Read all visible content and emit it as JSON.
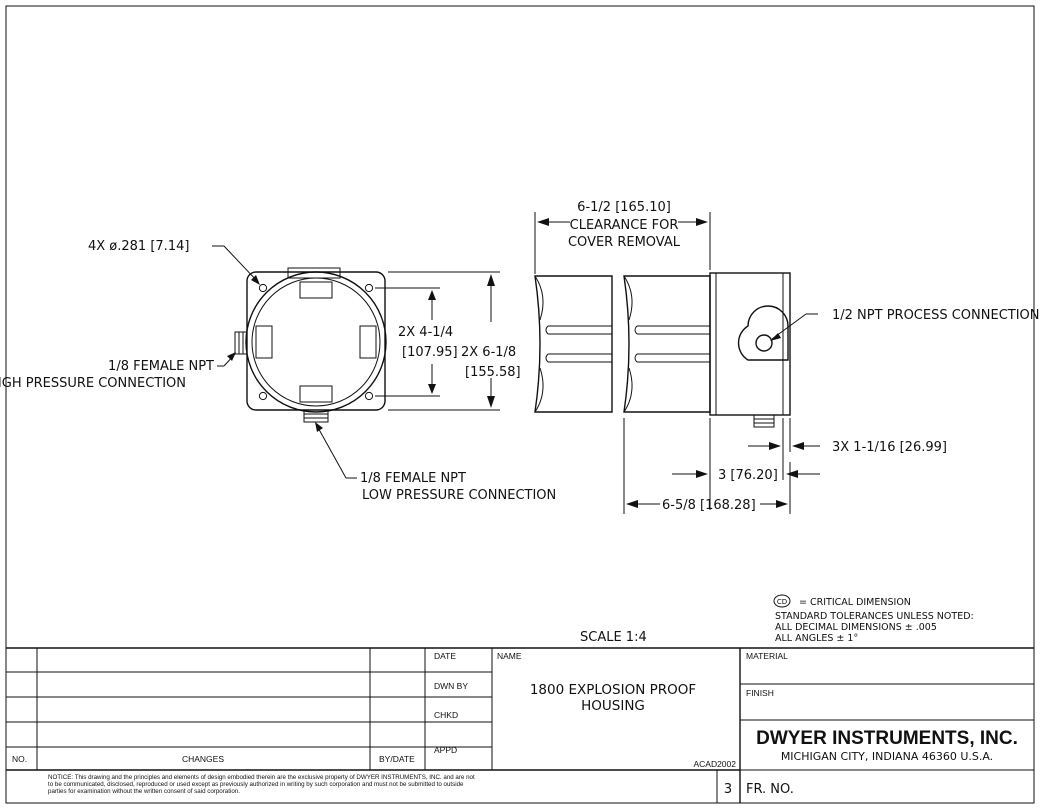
{
  "drawing": {
    "front_view": {
      "hole_callout": "4X ø.281 [7.14]",
      "high_pressure_label": [
        "1/8 FEMALE NPT",
        "HIGH PRESSURE CONNECTION"
      ],
      "low_pressure_label": [
        "1/8 FEMALE NPT",
        "LOW PRESSURE CONNECTION"
      ],
      "dim_inner": [
        "2X 4-1/4",
        "[107.95]"
      ],
      "dim_outer": [
        "2X 6-1/8",
        "[155.58]"
      ]
    },
    "side_view": {
      "clearance": [
        "6-1/2 [165.10]",
        "CLEARANCE FOR",
        "COVER REMOVAL"
      ],
      "process_connection": "1/2 NPT PROCESS CONNECTION",
      "dim_3x": "3X 1-1/16 [26.99]",
      "dim_3": "3 [76.20]",
      "dim_overall": "6-5/8 [168.28]"
    },
    "notes": {
      "cd_symbol": "CD",
      "cd_def": "= CRITICAL DIMENSION",
      "tol1": "STANDARD TOLERANCES UNLESS NOTED:",
      "tol2": "ALL DECIMAL DIMENSIONS ± .005",
      "tol3": "ALL ANGLES ± 1°"
    },
    "scale": "SCALE 1:4"
  },
  "title_block": {
    "no_label": "NO.",
    "changes_label": "CHANGES",
    "bydate_label": "BY/DATE",
    "date_label": "DATE",
    "dwnby_label": "DWN BY",
    "chkd_label": "CHKD",
    "appd_label": "APPD",
    "name_label": "NAME",
    "title": [
      "1800 EXPLOSION PROOF",
      "HOUSING"
    ],
    "acad": "ACAD2002",
    "sheet_no": "3",
    "material_label": "MATERIAL",
    "finish_label": "FINISH",
    "company": "DWYER INSTRUMENTS, INC.",
    "address": "MICHIGAN CITY, INDIANA 46360   U.S.A.",
    "fr_no": "FR. NO.",
    "notice": [
      "NOTICE: This drawing and the principles and elements of design embodied therein are the exclusive property of DWYER INSTRUMENTS, INC. and are not",
      "to be communicated, disclosed, reproduced or used except as previously authorized in writing by such corporation and must not be submitted to outside",
      "parties for examination without the written consent of said corporation."
    ]
  }
}
